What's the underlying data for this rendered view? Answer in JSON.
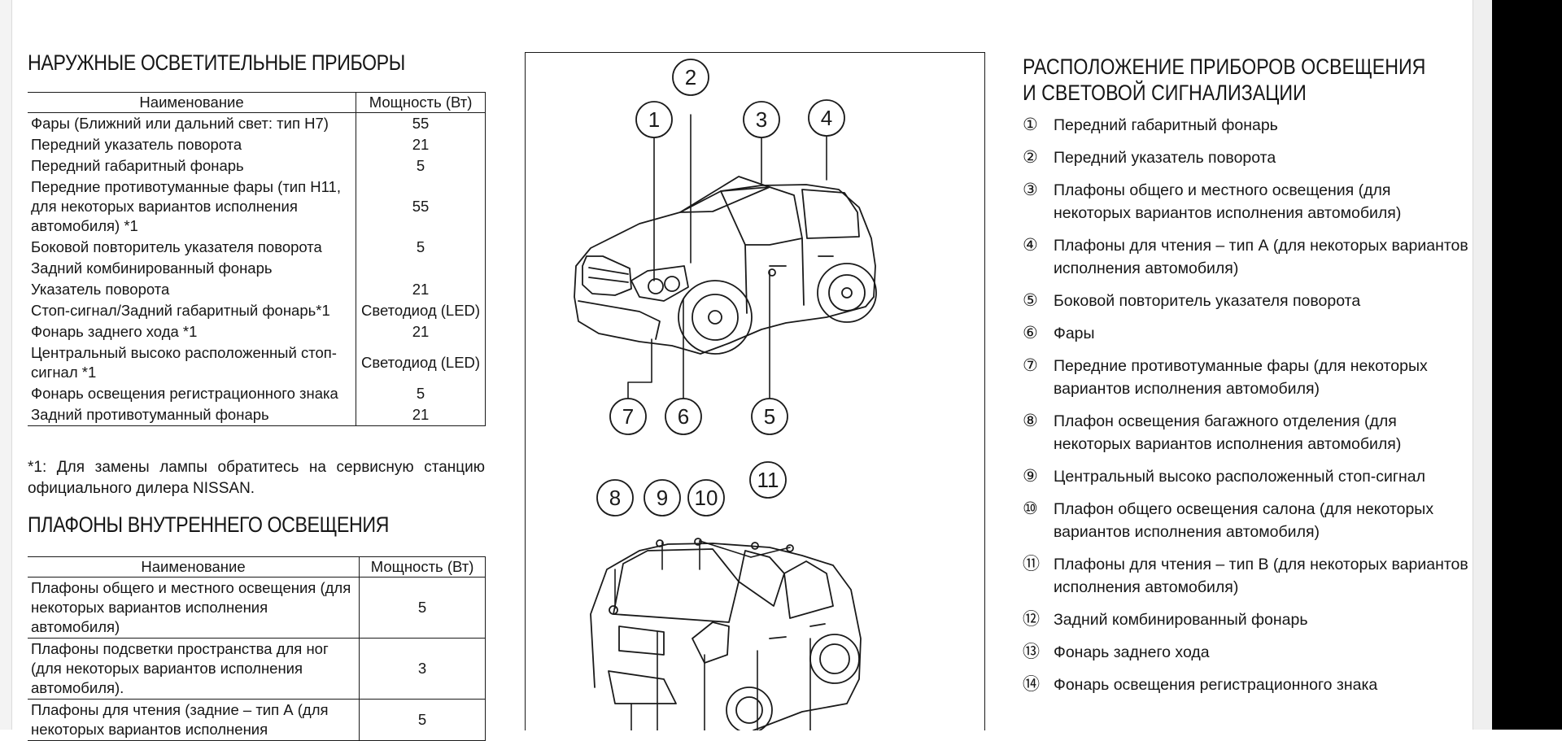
{
  "exterior": {
    "title": "НАРУЖНЫЕ ОСВЕТИТЕЛЬНЫЕ ПРИБОРЫ",
    "columns": [
      "Наименование",
      "Мощность (Вт)"
    ],
    "rows": [
      {
        "name": "Фары (Ближний или дальний свет: тип Н7)",
        "power": "55"
      },
      {
        "name": "Передний указатель поворота",
        "power": "21"
      },
      {
        "name": "Передний габаритный фонарь",
        "power": "5"
      },
      {
        "name": "Передние противотуманные фары (тип Н11, для некоторых вариантов исполнения автомобиля) *1",
        "power": "55"
      },
      {
        "name": "Боковой повторитель указателя поворота",
        "power": "5"
      },
      {
        "name": "Задний комбинированный фонарь",
        "power": ""
      },
      {
        "name": "Указатель поворота",
        "power": "21"
      },
      {
        "name": "Стоп-сигнал/Задний габаритный фонарь*1",
        "power": "Светодиод (LED)"
      },
      {
        "name": "Фонарь заднего хода *1",
        "power": "21"
      },
      {
        "name": "Центральный высоко расположенный стоп-сигнал *1",
        "power": "Светодиод (LED)"
      },
      {
        "name": "Фонарь освещения регистрационного знака",
        "power": "5"
      },
      {
        "name": "Задний противотуманный фонарь",
        "power": "21"
      }
    ],
    "footnote": "*1: Для замены лампы обратитесь на сервисную станцию официального дилера NISSAN."
  },
  "interior": {
    "title": "ПЛАФОНЫ ВНУТРЕННЕГО ОСВЕЩЕНИЯ",
    "columns": [
      "Наименование",
      "Мощность (Вт)"
    ],
    "rows": [
      {
        "name": "Плафоны общего и местного освещения (для некоторых вариантов исполнения автомобиля)",
        "power": "5"
      },
      {
        "name": "Плафоны подсветки пространства для ног (для некоторых вариантов исполнения автомобиля).",
        "power": "3"
      },
      {
        "name": "Плафоны для чтения (задние – тип А (для некоторых вариантов исполнения",
        "power": "5"
      }
    ]
  },
  "diagram": {
    "callouts": [
      "1",
      "2",
      "3",
      "4",
      "5",
      "6",
      "7",
      "8",
      "9",
      "10",
      "11"
    ]
  },
  "legend": {
    "title_line1": "РАСПОЛОЖЕНИЕ ПРИБОРОВ ОСВЕЩЕНИЯ",
    "title_line2": "И СВЕТОВОЙ СИГНАЛИЗАЦИИ",
    "items": [
      {
        "mark": "①",
        "text": "Передний габаритный фонарь"
      },
      {
        "mark": "②",
        "text": "Передний указатель поворота"
      },
      {
        "mark": "③",
        "text": "Плафоны общего и местного освещения (для некоторых вариантов исполнения автомобиля)"
      },
      {
        "mark": "④",
        "text": "Плафоны для чтения – тип А (для некоторых вариантов исполнения автомобиля)"
      },
      {
        "mark": "⑤",
        "text": "Боковой повторитель указателя поворота"
      },
      {
        "mark": "⑥",
        "text": "Фары"
      },
      {
        "mark": "⑦",
        "text": "Передние противотуманные фары (для некоторых вариантов исполнения автомобиля)"
      },
      {
        "mark": "⑧",
        "text": "Плафон освещения багажного отделения (для некоторых вариантов исполнения автомобиля)"
      },
      {
        "mark": "⑨",
        "text": "Центральный высоко расположенный стоп-сигнал"
      },
      {
        "mark": "⑩",
        "text": "Плафон общего освещения салона (для некоторых вариантов исполнения автомобиля)"
      },
      {
        "mark": "⑪",
        "text": "Плафоны для чтения – тип В (для некоторых вариантов исполнения автомобиля)"
      },
      {
        "mark": "⑫",
        "text": "Задний комбинированный фонарь"
      },
      {
        "mark": "⑬",
        "text": "Фонарь заднего хода"
      },
      {
        "mark": "⑭",
        "text": "Фонарь освещения регистрационного знака"
      }
    ]
  }
}
